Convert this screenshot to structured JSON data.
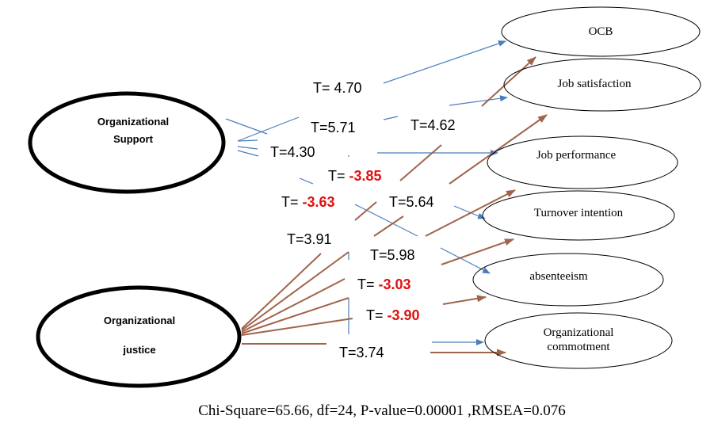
{
  "latent": {
    "support": [
      "Organizational",
      "Support"
    ],
    "justice": [
      "Organizational",
      "justice"
    ]
  },
  "outcomes": {
    "ocb": "OCB",
    "job_satisfaction": "Job satisfaction",
    "job_performance": "Job performance",
    "turnover": "Turnover intention",
    "absenteeism": "absenteeism",
    "commitment": [
      "Organizational",
      "commotment"
    ]
  },
  "t_values": {
    "t470": {
      "prefix": "T= ",
      "value": "4.70"
    },
    "t571": {
      "prefix": "T=",
      "value": "5.71"
    },
    "t462": {
      "prefix": "T=",
      "value": "4.62"
    },
    "t430": {
      "prefix": "T=",
      "value": "4.30"
    },
    "t385": {
      "prefix": "T= ",
      "value": "-3.85"
    },
    "t363": {
      "prefix": "T= ",
      "value": "-3.63"
    },
    "t564": {
      "prefix": "T=",
      "value": "5.64"
    },
    "t391": {
      "prefix": "T=",
      "value": "3.91"
    },
    "t598": {
      "prefix": "T=",
      "value": "5.98"
    },
    "t303": {
      "prefix": "T= ",
      "value": "-3.03"
    },
    "t390": {
      "prefix": "T= ",
      "value": "-3.90"
    },
    "t374": {
      "prefix": "T=",
      "value": "3.74"
    }
  },
  "fit": "Chi-Square=65.66, df=24, P-value=0.00001 ,RMSEA=0.076",
  "colors": {
    "support_path": "#4a7ebb",
    "justice_path": "#a0644a",
    "negative": "#e01010"
  }
}
